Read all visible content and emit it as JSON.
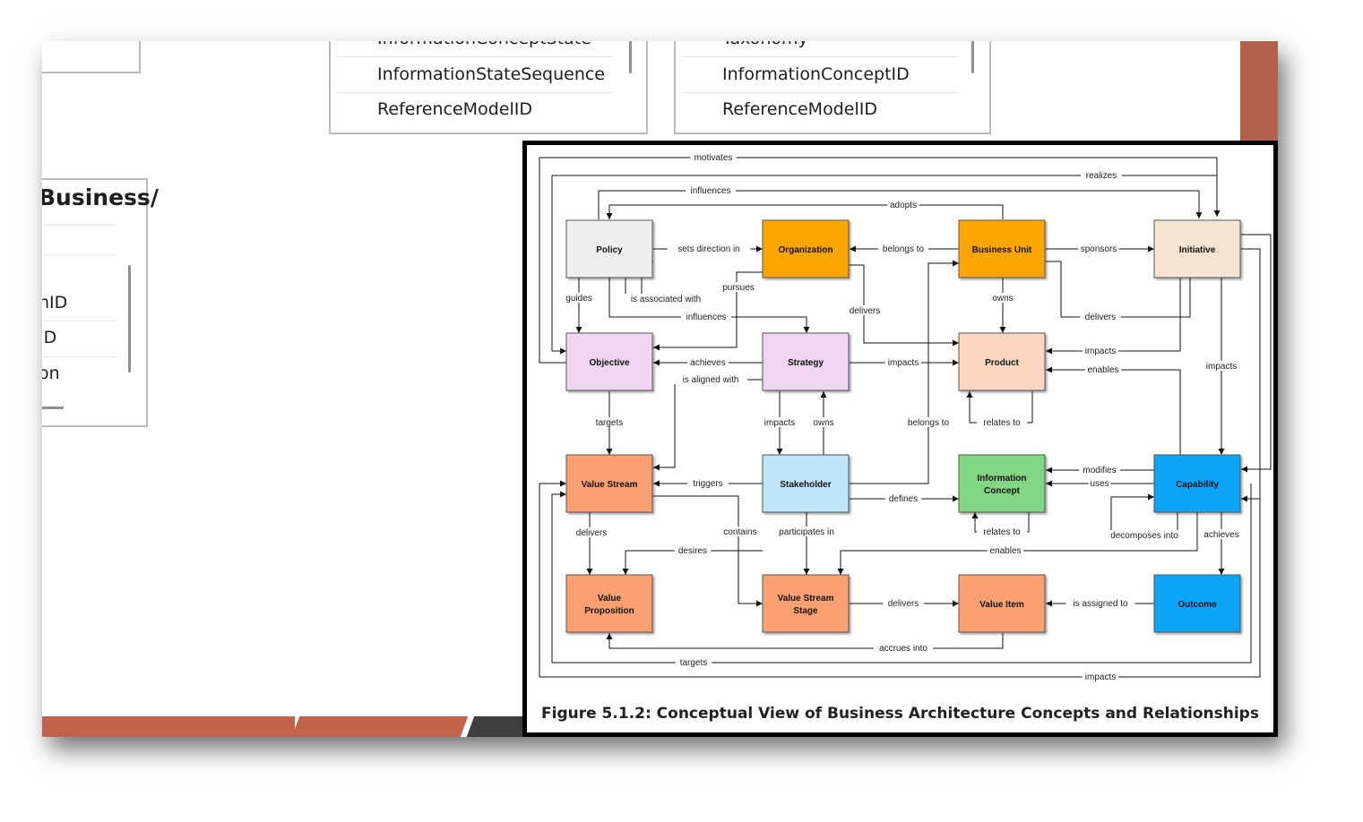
{
  "tables": {
    "left_partial_title": "Business/",
    "left_partial_rows": [
      "nID",
      "ID",
      "on"
    ],
    "middle_rows": [
      "InformationConceptState",
      "InformationStateSequence",
      "ReferenceModelID"
    ],
    "right_rows": [
      "Taxonomy",
      "InformationConceptID",
      "ReferenceModelID"
    ]
  },
  "diagram": {
    "caption": "Figure 5.1.2: Conceptual View of Business Architecture Concepts and Relationships",
    "colors": {
      "gray": "#efefef",
      "orange": "#ffa500",
      "cream": "#f5e4d0",
      "lavender": "#efd5ef",
      "peach": "#fdd6c2",
      "salmon": "#fba171",
      "light_blue": "#bfe6f9",
      "green": "#83d784",
      "blue": "#0aa5f7"
    },
    "nodes": {
      "policy": "Policy",
      "organization": "Organization",
      "business_unit": "Business Unit",
      "initiative": "Initiative",
      "objective": "Objective",
      "strategy": "Strategy",
      "product": "Product",
      "value_stream": "Value Stream",
      "stakeholder": "Stakeholder",
      "information_concept_1": "Information",
      "information_concept_2": "Concept",
      "capability": "Capability",
      "value_proposition_1": "Value",
      "value_proposition_2": "Proposition",
      "value_stream_stage_1": "Value Stream",
      "value_stream_stage_2": "Stage",
      "value_item": "Value Item",
      "outcome": "Outcome"
    },
    "edges": {
      "motivates": "motivates",
      "realizes": "realizes",
      "influences_top": "influences",
      "adopts": "adopts",
      "sets_direction_in": "sets direction in",
      "belongs_to_bu": "belongs to",
      "sponsors": "sponsors",
      "is_associated_with": "is associated with",
      "pursues": "pursues",
      "guides": "guides",
      "delivers_org": "delivers",
      "owns_bu": "owns",
      "influences_mid": "influences",
      "delivers_bu": "delivers",
      "achieves_strategy": "achieves",
      "impacts_strategy": "impacts",
      "impacts_initiative": "impacts",
      "impacts_initiative_cap": "impacts",
      "is_aligned_with": "is aligned with",
      "enables_cap_product": "enables",
      "targets_obj": "targets",
      "impacts_sh": "impacts",
      "owns_sh": "owns",
      "belongs_to_sh": "belongs to",
      "relates_to_product": "relates to",
      "triggers": "triggers",
      "modifies": "modifies",
      "uses": "uses",
      "defines": "defines",
      "delivers_vs": "delivers",
      "contains": "contains",
      "participates_in": "participates in",
      "relates_to_ic": "relates to",
      "decomposes_into": "decomposes into",
      "achieves_cap": "achieves",
      "desires": "desires",
      "enables_cap_stage": "enables",
      "delivers_stage": "delivers",
      "is_assigned_to": "is assigned to",
      "accrues_into": "accrues into",
      "targets_bottom": "targets",
      "impacts_bottom": "impacts"
    }
  }
}
